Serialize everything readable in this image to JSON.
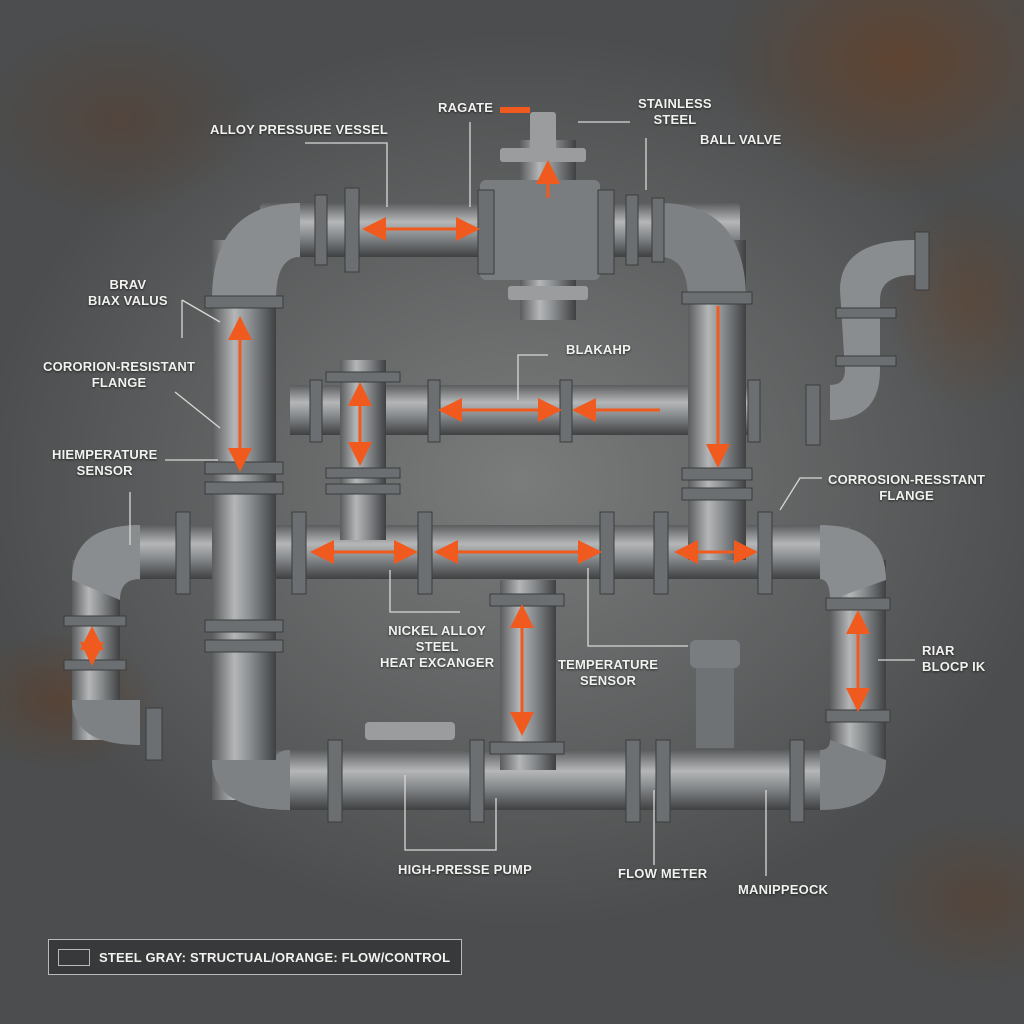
{
  "diagram": {
    "type": "industrial piping schematic",
    "colors": {
      "pipe": "#8a8d8f",
      "flow_arrow": "#f05a1e",
      "label": "#f1f1ee",
      "leader_line": "#d8d8d5"
    },
    "labels": {
      "ragate": "RAGATE",
      "stainless_steel": "STAINLESS\nSTEEL",
      "ball_valve": "BALL VALVE",
      "alloy_pressure_vessel": "ALLOY PRESSURE VESSEL",
      "brav_biax_valus": "BRAV\nBIAX VALUS",
      "corrosion_flange_left": "CORORION-RESISTANT\nFLANGE",
      "temperature_sensor_left": "HIEMPERATURE\nSENSOR",
      "blakahp": "BLAKAHP",
      "corrosion_flange_right": "CORROSION-RESSTANT\nFLANGE",
      "nickel_alloy": "NICKEL ALLOY\nSTEEL\nHEAT EXCANGER",
      "temperature_sensor_center": "TEMPERATURE\nSENSOR",
      "riar_block": "RIAR\nBLOCP IK",
      "high_pressure_pump": "HIGH-PRESSE PUMP",
      "flow_meter": "FLOW METER",
      "manifold_block": "MANIPPEOCK"
    },
    "legend": {
      "text": "STEEL GRAY: STRUCTUAL/ORANGE: FLOW/CONTROL",
      "swatch_color": "#4a4c4d"
    }
  }
}
